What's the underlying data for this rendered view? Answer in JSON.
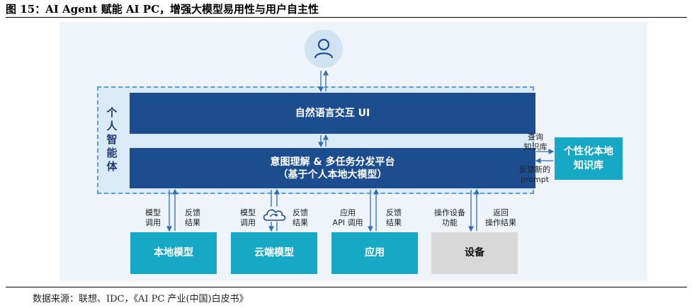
{
  "figure_title": "图 15：AI Agent 赋能 AI PC，增强大模型易用性与用户自主性",
  "agent_label": "个\n人\n智\n能\n体",
  "nl_ui": "自然语言交互 UI",
  "platform_line1": "意图理解 & 多任务分发平台",
  "platform_line2": "（基于个人本地大模型）",
  "knowledge_base": "个性化本地\n知识库",
  "query_kb": "查询\n知识库",
  "feedback_prompt": "反馈新的\nprompt",
  "targets": [
    {
      "name": "本地模型",
      "left_label": "模型\n调用",
      "right_label": "反馈\n结果"
    },
    {
      "name": "云端模型",
      "left_label": "模型\n调用",
      "right_label": "反馈\n结果"
    },
    {
      "name": "应用",
      "left_label": "应用\nAPI 调用",
      "right_label": "反馈\n结果"
    },
    {
      "name": "设备",
      "left_label": "操作设备\n功能",
      "right_label": "返回\n操作结果"
    }
  ],
  "icons": [
    "user-icon",
    "cloud-sync-icon"
  ],
  "colors": {
    "navy": "#1b4d8f",
    "teal": "#16a8c4",
    "gray": "#d8d8d8",
    "arrow": "#4b8fd1"
  },
  "source": "数据来源：联想、IDC，《AI PC 产业(中国)白皮书》"
}
